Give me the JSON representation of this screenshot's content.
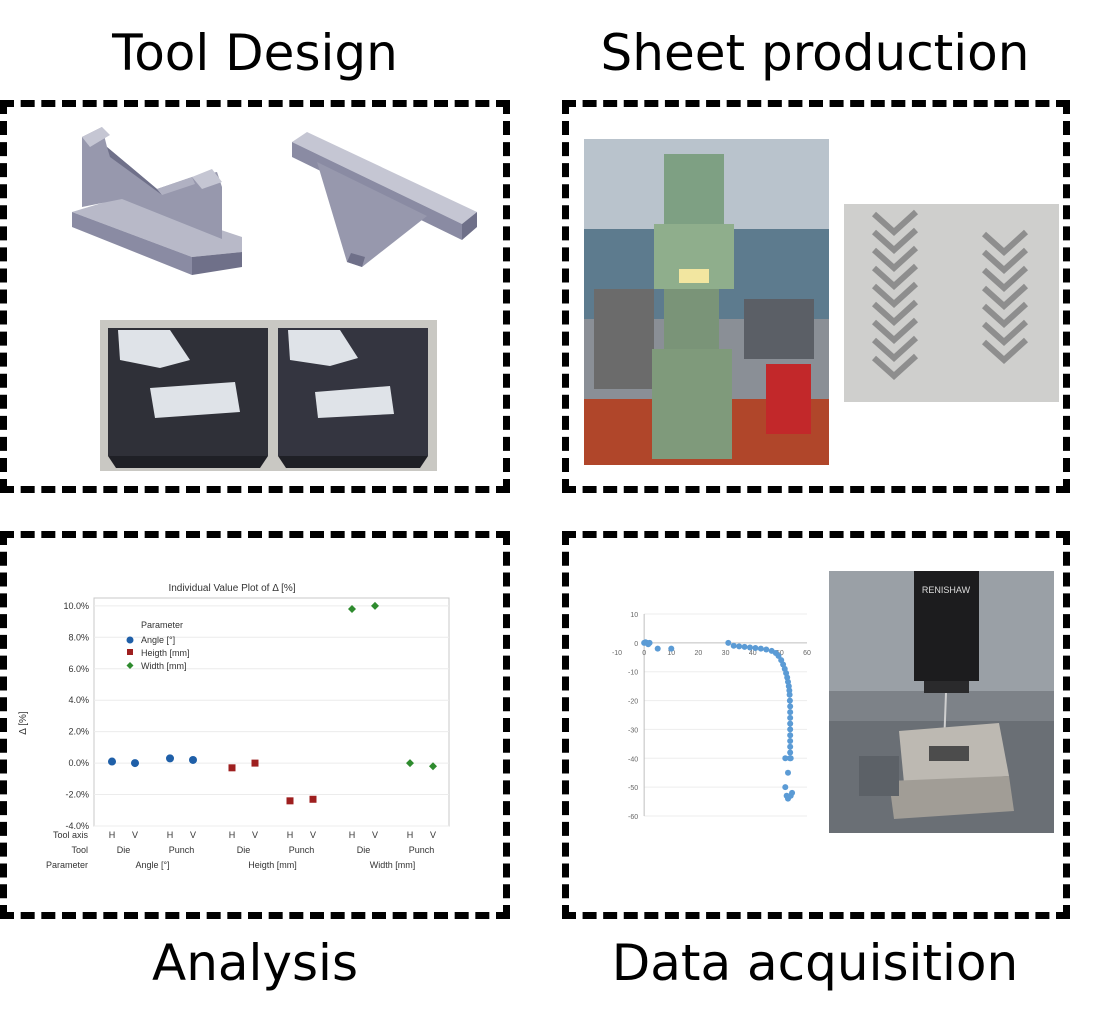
{
  "panels": {
    "tool_design": "Tool Design",
    "sheet_production": "Sheet production",
    "analysis": "Analysis",
    "data_acquisition": "Data acquisition"
  },
  "chart_data": [
    {
      "type": "scatter",
      "title": "Individual Value Plot of Δ [%]",
      "ylabel": "Δ [%]",
      "ylim": [
        -4,
        10.5
      ],
      "yticks": [
        "10.0%",
        "8.0%",
        "6.0%",
        "4.0%",
        "2.0%",
        "0.0%",
        "-2.0%",
        "-4.0%"
      ],
      "ytick_values": [
        10,
        8,
        6,
        4,
        2,
        0,
        -2,
        -4
      ],
      "legend": {
        "title": "Parameter",
        "entries": [
          "Angle [°]",
          "Heigth [mm]",
          "Width [mm]"
        ],
        "colors": [
          "#1f5fa8",
          "#9e1f1f",
          "#2e8b2e"
        ],
        "placement": "top-left"
      },
      "row_labels": [
        "Tool axis",
        "Tool",
        "Parameter"
      ],
      "groups": [
        {
          "parameter": "Angle [°]",
          "tools": [
            {
              "tool": "Die",
              "axes": [
                "H",
                "V"
              ],
              "values": [
                0.1,
                0.0
              ]
            },
            {
              "tool": "Punch",
              "axes": [
                "H",
                "V"
              ],
              "values": [
                0.3,
                0.2
              ]
            }
          ]
        },
        {
          "parameter": "Heigth [mm]",
          "tools": [
            {
              "tool": "Die",
              "axes": [
                "H",
                "V"
              ],
              "values": [
                -0.3,
                0.0
              ]
            },
            {
              "tool": "Punch",
              "axes": [
                "H",
                "V"
              ],
              "values": [
                -2.4,
                -2.3
              ]
            }
          ]
        },
        {
          "parameter": "Width [mm]",
          "tools": [
            {
              "tool": "Die",
              "axes": [
                "H",
                "V"
              ],
              "values": [
                9.8,
                10.0
              ]
            },
            {
              "tool": "Punch",
              "axes": [
                "H",
                "V"
              ],
              "values": [
                0.0,
                -0.2
              ]
            }
          ]
        }
      ],
      "grid": true
    },
    {
      "type": "scatter",
      "xlim": [
        -10,
        60
      ],
      "ylim": [
        -60,
        10
      ],
      "xticks": [
        "-10",
        "0",
        "10",
        "20",
        "30",
        "40",
        "50",
        "60"
      ],
      "xtick_values": [
        -10,
        0,
        10,
        20,
        30,
        40,
        50,
        60
      ],
      "yticks": [
        "10",
        "0",
        "-10",
        "-20",
        "-30",
        "-40",
        "-50",
        "-60"
      ],
      "ytick_values": [
        10,
        0,
        -10,
        -20,
        -30,
        -40,
        -50,
        -60
      ],
      "color": "#5b9bd5",
      "x": [
        0,
        0.5,
        1,
        1.5,
        2,
        5,
        10,
        31,
        33,
        35,
        37,
        39,
        41,
        43,
        45,
        47,
        48.5,
        49.5,
        50.5,
        51.2,
        51.8,
        52.3,
        52.7,
        53,
        53.3,
        53.5,
        53.6,
        53.7,
        53.8,
        53.8,
        53.8,
        53.8,
        53.8,
        53.8,
        53.8,
        53.8,
        53.8,
        53.7,
        52,
        53,
        54,
        52,
        52.5,
        53,
        54,
        54.5
      ],
      "y": [
        0,
        0.2,
        0,
        -0.5,
        0,
        -2,
        -2,
        0,
        -1,
        -1.2,
        -1.4,
        -1.6,
        -1.8,
        -2,
        -2.3,
        -2.8,
        -3.5,
        -4.5,
        -6,
        -7.5,
        -9,
        -10.5,
        -12,
        -13.5,
        -15,
        -16.5,
        -18,
        -20,
        -22,
        -24,
        -26,
        -28,
        -30,
        -32,
        -34,
        -36,
        -38,
        -40,
        -40,
        -45,
        -40,
        -50,
        -53,
        -54,
        -53,
        -52
      ]
    }
  ]
}
